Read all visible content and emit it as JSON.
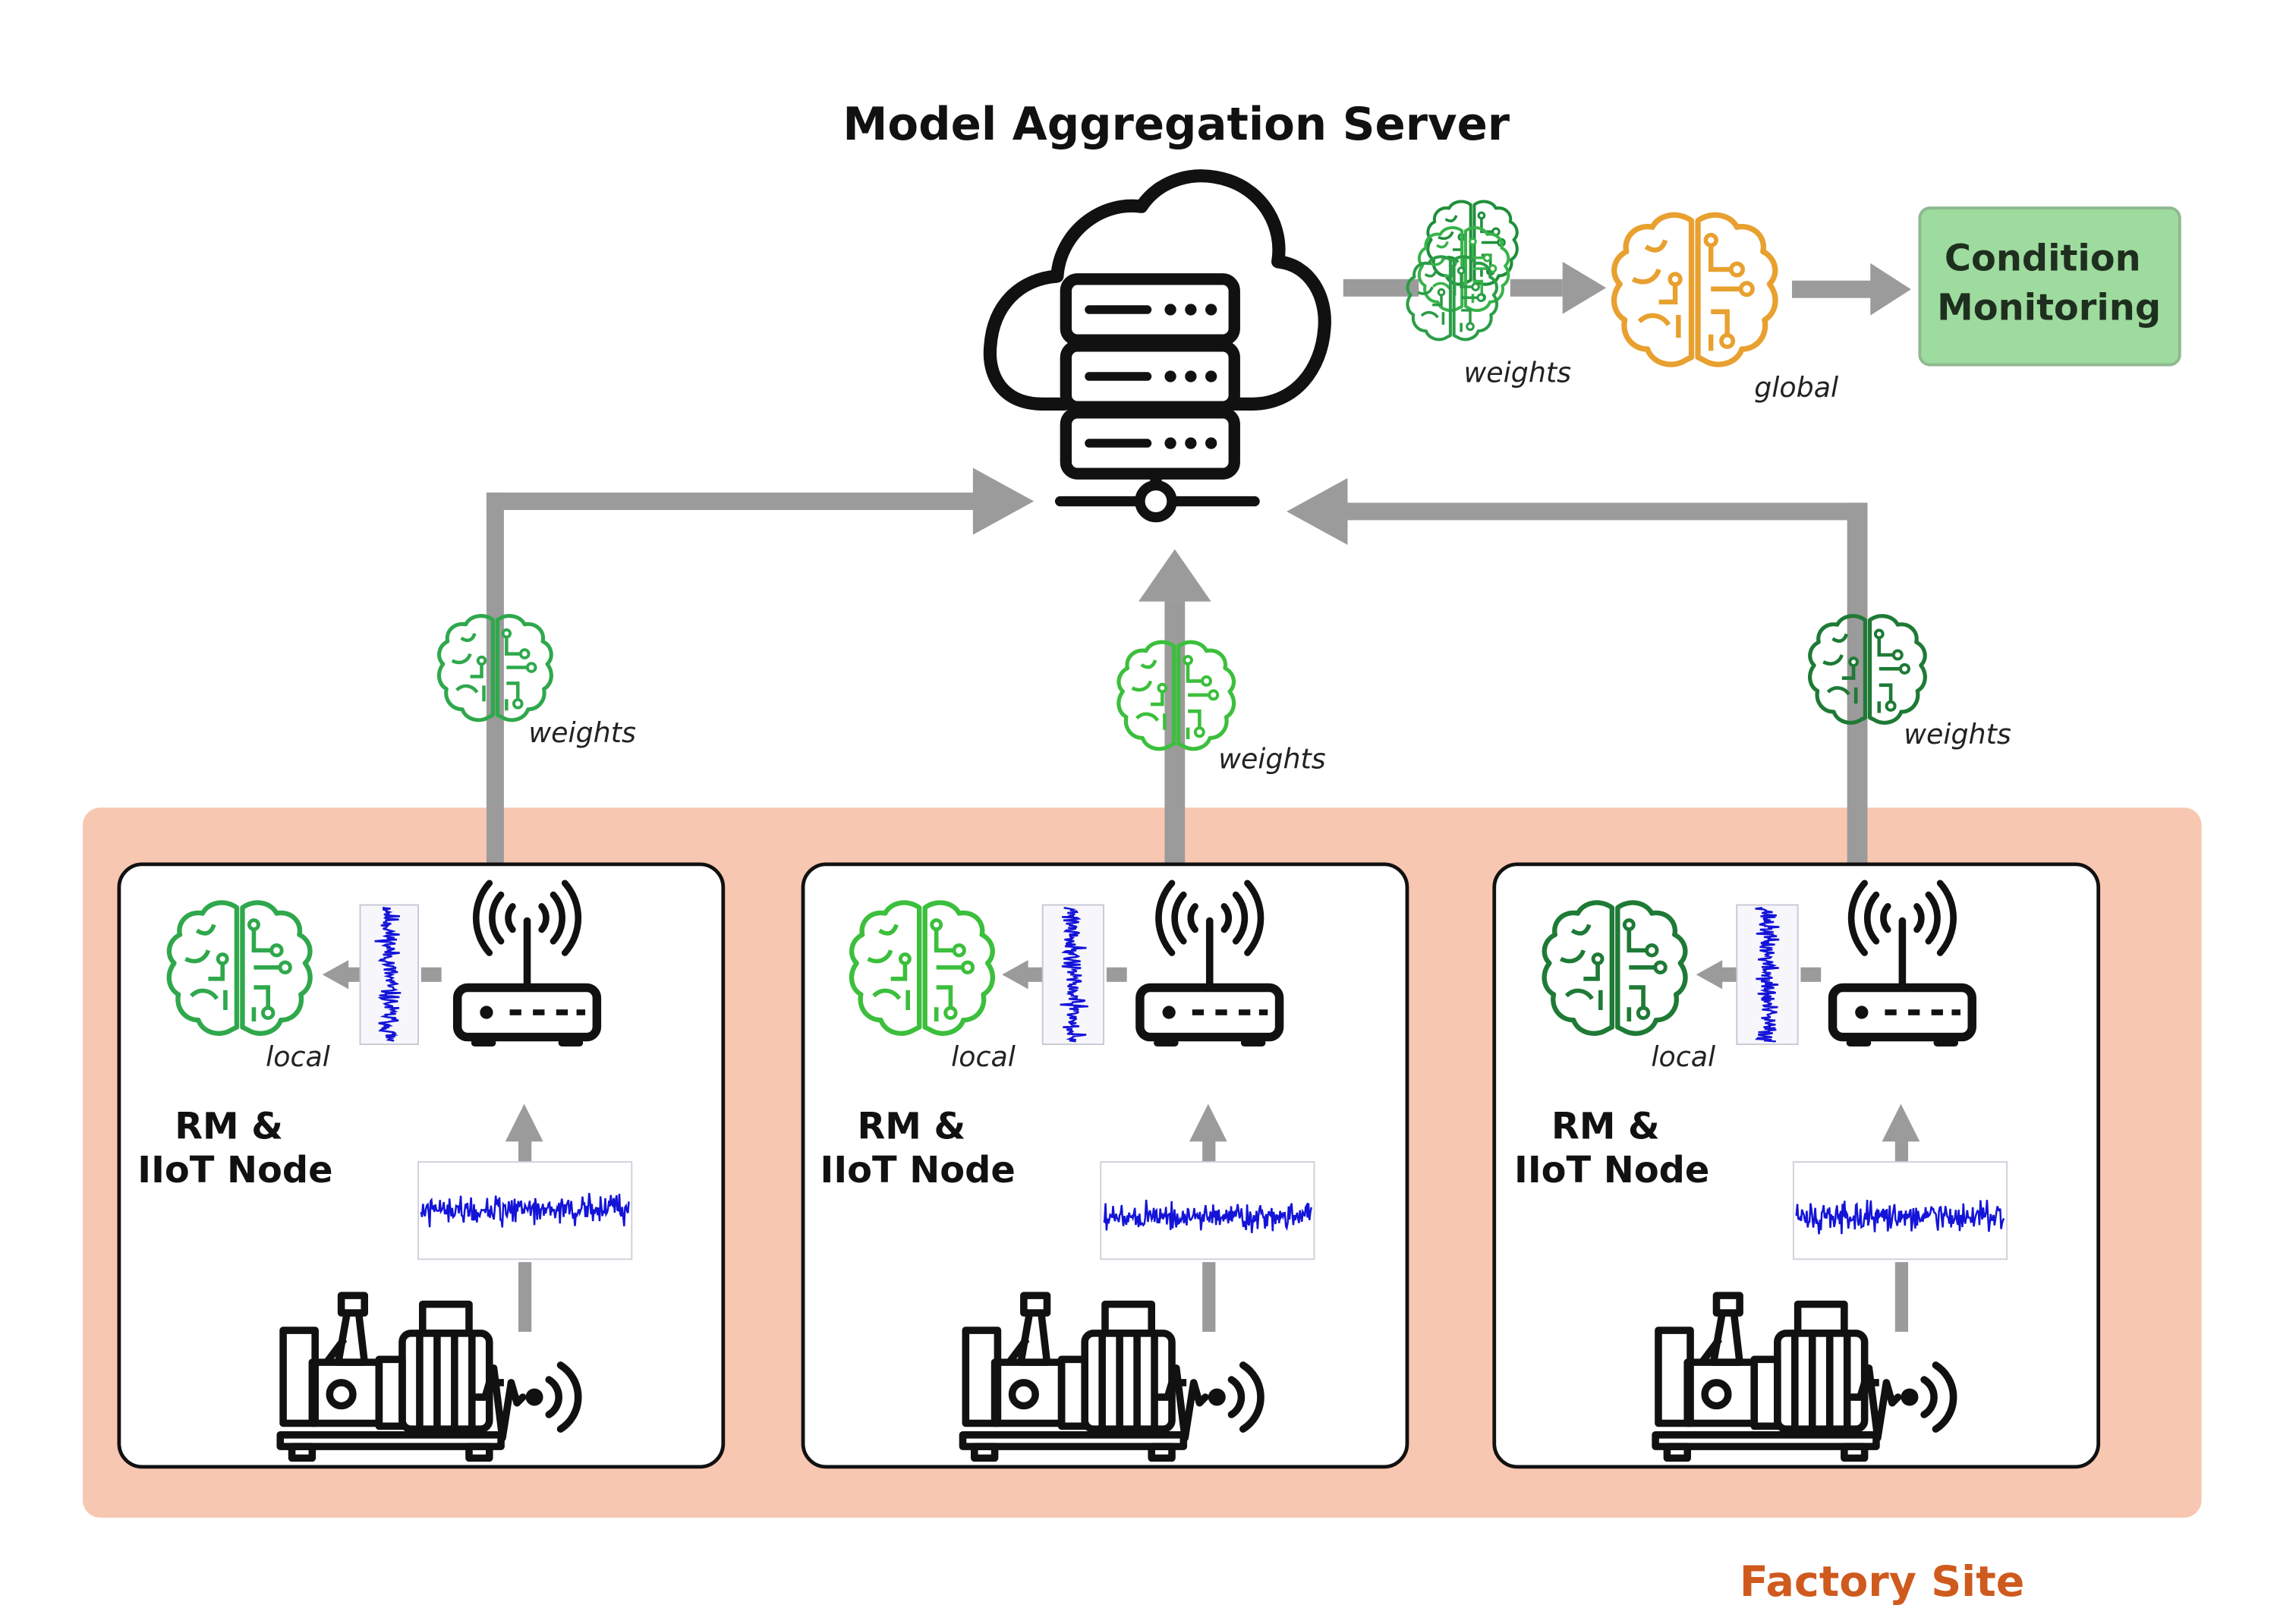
{
  "title": "Model Aggregation Server",
  "output_label": "Condition\nMonitoring",
  "server_weights_label": "weights",
  "global_label": "global",
  "site_label": "Factory Site",
  "nodes": [
    {
      "label_line1": "RM &",
      "label_line2": "IIoT Node",
      "local_label": "local",
      "weights_label": "weights"
    },
    {
      "label_line1": "RM &",
      "label_line2": "IIoT Node",
      "local_label": "local",
      "weights_label": "weights"
    },
    {
      "label_line1": "RM &",
      "label_line2": "IIoT Node",
      "local_label": "local",
      "weights_label": "weights"
    }
  ],
  "colors": {
    "arrow": "#9b9b9b",
    "site_fill": "#f8c7b1",
    "output_fill": "#9edb9e",
    "brain_global": "#e8a02f",
    "brain_weights": "#2e9b45",
    "site_text": "#cf5a1e",
    "signal": "#1414d8"
  },
  "icons": [
    "cloud-server-icon",
    "brain-icon",
    "router-icon",
    "pump-motor-icon",
    "vibration-icon",
    "signal-plot-icon"
  ]
}
